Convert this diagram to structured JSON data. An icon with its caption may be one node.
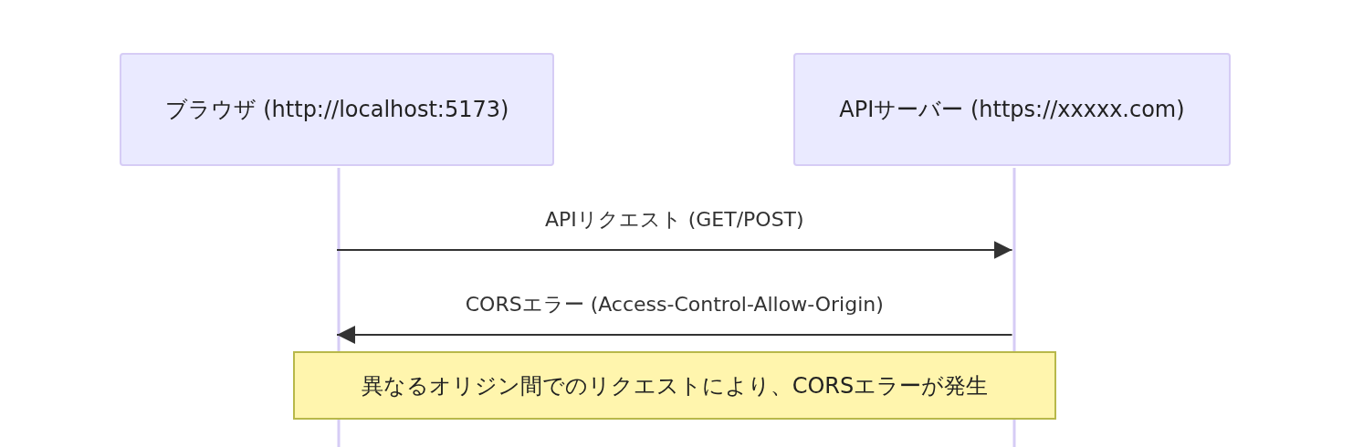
{
  "diagram": {
    "nodes": [
      {
        "text": [
          "ブラウザ (http://localhost:5173)"
        ]
      },
      {
        "text": [
          "APIサーバー (https://xxxxx.com)"
        ]
      },
      {
        "text": [
          "異なるオリジン間でのリクエストにより、CORSエラーが発生"
        ]
      }
    ],
    "edges": [
      {
        "from": 0,
        "to": 1,
        "arrow": "to",
        "label": "APIリクエスト (GET/POST)"
      },
      {
        "from": 1,
        "to": 0,
        "arrow": "to",
        "label": "CORSエラー (Access-Control-Allow-Origin)"
      }
    ]
  }
}
